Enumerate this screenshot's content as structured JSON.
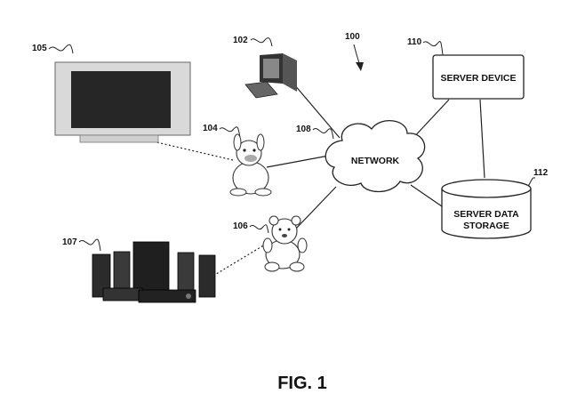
{
  "figure": {
    "caption": "FIG. 1",
    "system_ref": "100"
  },
  "nodes": {
    "computer": {
      "ref": "102"
    },
    "dog_toy": {
      "ref": "104"
    },
    "television": {
      "ref": "105"
    },
    "teddy_bear": {
      "ref": "106"
    },
    "speaker_system": {
      "ref": "107"
    },
    "network": {
      "ref": "108",
      "label": "NETWORK"
    },
    "server_device": {
      "ref": "110",
      "label": "SERVER DEVICE"
    },
    "server_data_storage": {
      "ref": "112",
      "label_line1": "SERVER DATA",
      "label_line2": "STORAGE"
    }
  },
  "connections": [
    {
      "from": "102",
      "to": "108",
      "style": "solid"
    },
    {
      "from": "104",
      "to": "108",
      "style": "solid"
    },
    {
      "from": "106",
      "to": "108",
      "style": "solid"
    },
    {
      "from": "110",
      "to": "108",
      "style": "solid"
    },
    {
      "from": "112",
      "to": "108",
      "style": "solid"
    },
    {
      "from": "110",
      "to": "112",
      "style": "solid"
    },
    {
      "from": "105",
      "to": "104",
      "style": "dotted"
    },
    {
      "from": "107",
      "to": "106",
      "style": "dotted"
    }
  ]
}
